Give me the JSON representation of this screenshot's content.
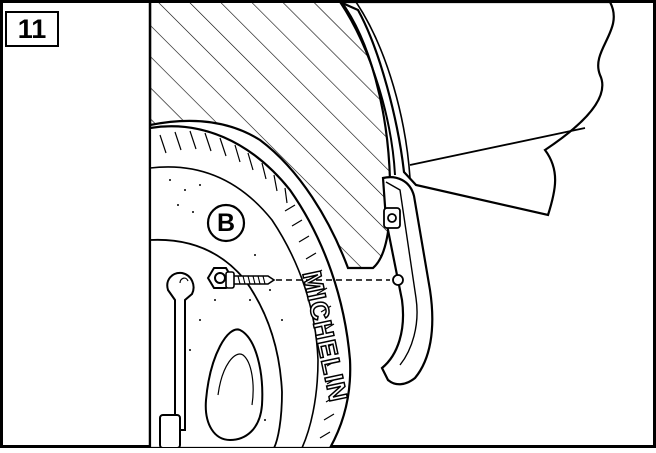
{
  "step": {
    "number": "11"
  },
  "callout": {
    "label": "B"
  },
  "tire": {
    "brand_mark": "MICHELIN"
  },
  "colors": {
    "line": "#000000",
    "background": "#ffffff"
  }
}
